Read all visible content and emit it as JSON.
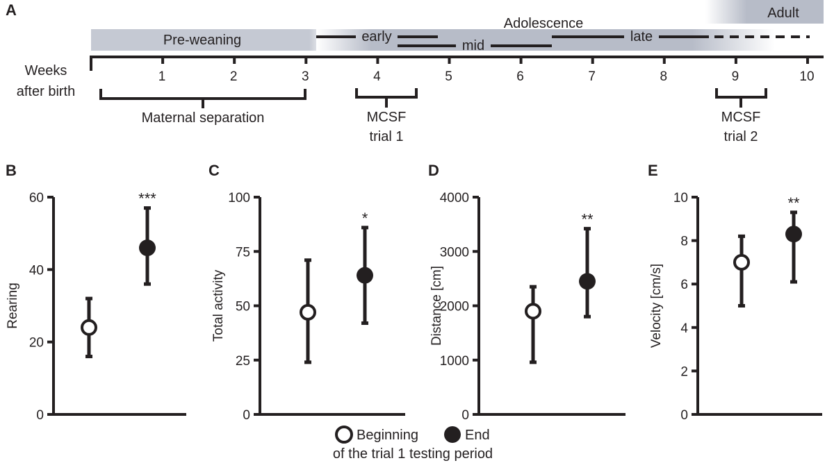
{
  "panels": {
    "a": "A",
    "b": "B",
    "c": "C",
    "d": "D",
    "e": "E"
  },
  "timeline": {
    "pre_weaning": "Pre-weaning",
    "adolescence": "Adolescence",
    "early": "early",
    "mid": "mid",
    "late": "late",
    "adult": "Adult",
    "weeks_label_1": "Weeks",
    "weeks_label_2": "after birth",
    "week_ticks": [
      "1",
      "2",
      "3",
      "4",
      "5",
      "6",
      "7",
      "8",
      "9",
      "10"
    ],
    "maternal_separation": "Maternal separation",
    "mcsf1_line1": "MCSF",
    "mcsf1_line2": "trial 1",
    "mcsf2_line1": "MCSF",
    "mcsf2_line2": "trial 2",
    "colors": {
      "band": "#c5c9d3",
      "text": "#231f20"
    }
  },
  "legend": {
    "beginning": "Beginning",
    "end": "End",
    "caption": "of the trial 1 testing period"
  },
  "chart_data": [
    {
      "panel": "B",
      "type": "scatter",
      "ylabel": "Rearing",
      "ylim": [
        0,
        60
      ],
      "yticks": [
        0,
        20,
        40,
        60
      ],
      "significance": "***",
      "points": [
        {
          "name": "Beginning",
          "y": 24,
          "err_low": 16,
          "err_high": 32,
          "filled": false
        },
        {
          "name": "End",
          "y": 46,
          "err_low": 36,
          "err_high": 57,
          "filled": true
        }
      ]
    },
    {
      "panel": "C",
      "type": "scatter",
      "ylabel": "Total activity",
      "ylim": [
        0,
        100
      ],
      "yticks": [
        0,
        25,
        50,
        75,
        100
      ],
      "significance": "*",
      "points": [
        {
          "name": "Beginning",
          "y": 47,
          "err_low": 24,
          "err_high": 71,
          "filled": false
        },
        {
          "name": "End",
          "y": 64,
          "err_low": 42,
          "err_high": 86,
          "filled": true
        }
      ]
    },
    {
      "panel": "D",
      "type": "scatter",
      "ylabel": "Distance [cm]",
      "ylim": [
        0,
        4000
      ],
      "yticks": [
        0,
        1000,
        2000,
        3000,
        4000
      ],
      "significance": "**",
      "points": [
        {
          "name": "Beginning",
          "y": 1900,
          "err_low": 960,
          "err_high": 2350,
          "filled": false
        },
        {
          "name": "End",
          "y": 2450,
          "err_low": 1800,
          "err_high": 3420,
          "filled": true
        }
      ]
    },
    {
      "panel": "E",
      "type": "scatter",
      "ylabel": "Velocity [cm/s]",
      "ylim": [
        0,
        10
      ],
      "yticks": [
        0,
        2,
        4,
        6,
        8,
        10
      ],
      "significance": "**",
      "points": [
        {
          "name": "Beginning",
          "y": 7.0,
          "err_low": 5.0,
          "err_high": 8.2,
          "filled": false
        },
        {
          "name": "End",
          "y": 8.3,
          "err_low": 6.1,
          "err_high": 9.3,
          "filled": true
        }
      ]
    }
  ]
}
